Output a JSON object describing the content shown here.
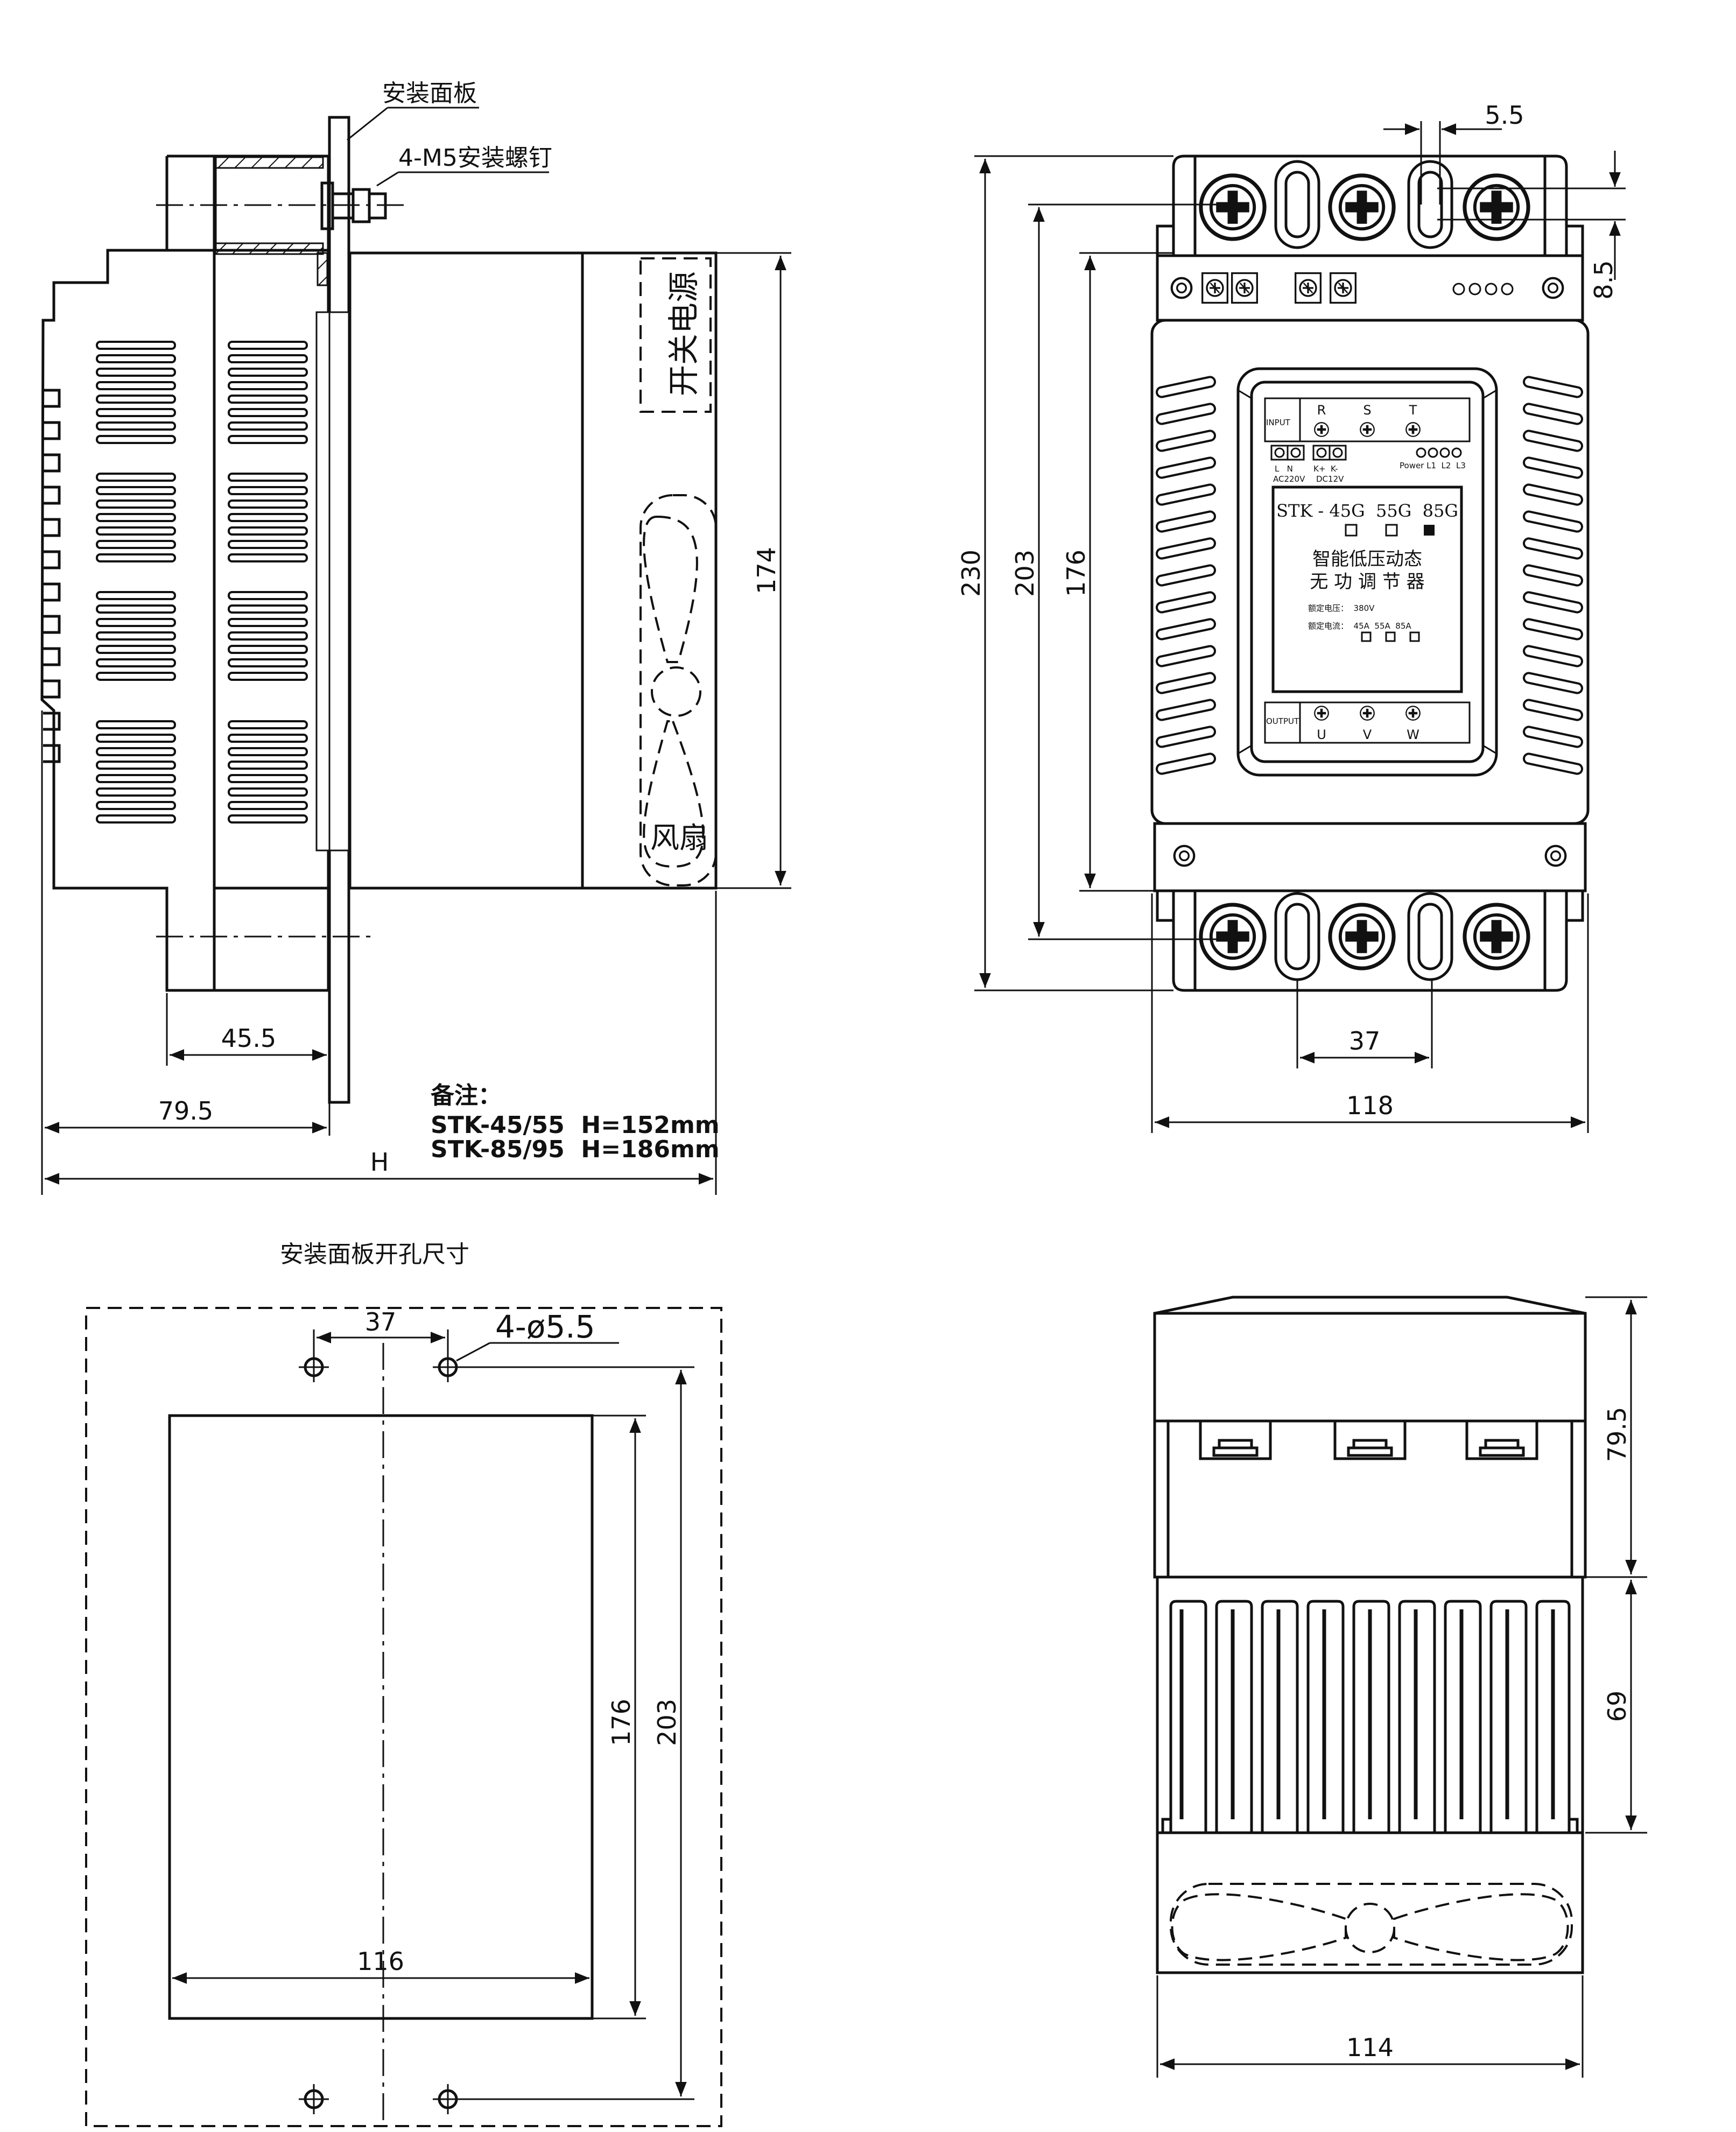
{
  "side_view": {
    "panel_label": "安装面板",
    "screw_label": "4-M5安装螺钉",
    "psu_label": "开关电源",
    "fan_label": "风扇",
    "dim_174": "174",
    "dim_45_5": "45.5",
    "dim_79_5": "79.5",
    "dim_h": "H"
  },
  "note": {
    "title": "备注：",
    "line1": "STK-45/55  H=152mm",
    "line2": "STK-85/95  H=186mm"
  },
  "front_view": {
    "dim_5_5": "5.5",
    "dim_8_5": "8.5",
    "dim_230": "230",
    "dim_203": "203",
    "dim_176": "176",
    "dim_37": "37",
    "dim_118": "118",
    "terminal_r": "R",
    "terminal_s": "S",
    "terminal_t": "T",
    "terminal_u": "U",
    "terminal_v": "V",
    "terminal_w": "W",
    "input_label": "INPUT",
    "output_label": "OUTPUT",
    "ln_label": "L   N",
    "ac_label": "AC220V",
    "kk_label": "K+  K-",
    "dc_label": "DC12V",
    "power_label": "Power L1  L2  L3",
    "model_line": "STK - 45G  55G  85G",
    "product_line1": "智能低压动态",
    "product_line2": "无 功 调 节 器",
    "rated_voltage": "额定电压：  380V",
    "rated_current": "额定电流：  45A  55A  85A"
  },
  "cutout_view": {
    "title": "安装面板开孔尺寸",
    "dim_37": "37",
    "hole_label": "4-ø5.5",
    "dim_176": "176",
    "dim_203": "203",
    "dim_116": "116"
  },
  "bottom_view": {
    "dim_79_5": "79.5",
    "dim_69": "69",
    "dim_114": "114"
  }
}
